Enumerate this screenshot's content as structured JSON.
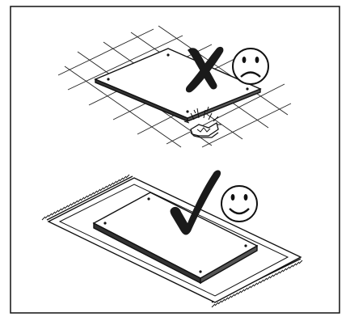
{
  "panels": [
    {
      "id": "wrong",
      "meaning": "incorrect-placement",
      "mood": "sad",
      "mark": "cross"
    },
    {
      "id": "right",
      "meaning": "correct-placement",
      "mood": "happy",
      "mark": "check"
    }
  ],
  "colors": {
    "ink": "#111111",
    "paper": "#ffffff",
    "mark": "#1a1a1a"
  },
  "icons": [
    "x-cross-icon",
    "sad-face-icon",
    "checkmark-icon",
    "happy-face-icon",
    "crack-icon"
  ]
}
